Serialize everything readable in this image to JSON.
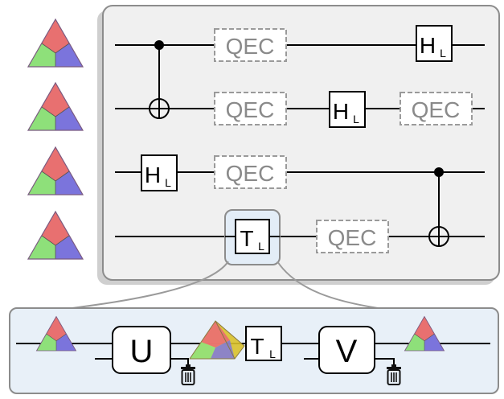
{
  "gates": {
    "qec": "QEC",
    "h_main": "H",
    "h_sub": "L",
    "t_main": "T",
    "t_sub": "L"
  },
  "bottom_panel": {
    "u_label": "U",
    "v_label": "V",
    "t_main": "T",
    "t_sub": "L"
  },
  "colors": {
    "panel_fill": "#f0f0f0",
    "panel_border": "#8c8c8c",
    "detail_fill": "#e8f0f8",
    "highlight_fill": "#e3edf7",
    "qec_border": "#9a9a9a",
    "qec_text": "#8a8a8a",
    "triangle_red": "#e87070",
    "triangle_green": "#8ee07a",
    "triangle_blue": "#7b74dc",
    "pyramid_yellow": "#f2dc3a"
  },
  "icons": [
    "logical-qubit-triangle-icon",
    "distillation-pyramid-icon",
    "trash-icon",
    "cnot-control-icon",
    "cnot-target-icon"
  ]
}
